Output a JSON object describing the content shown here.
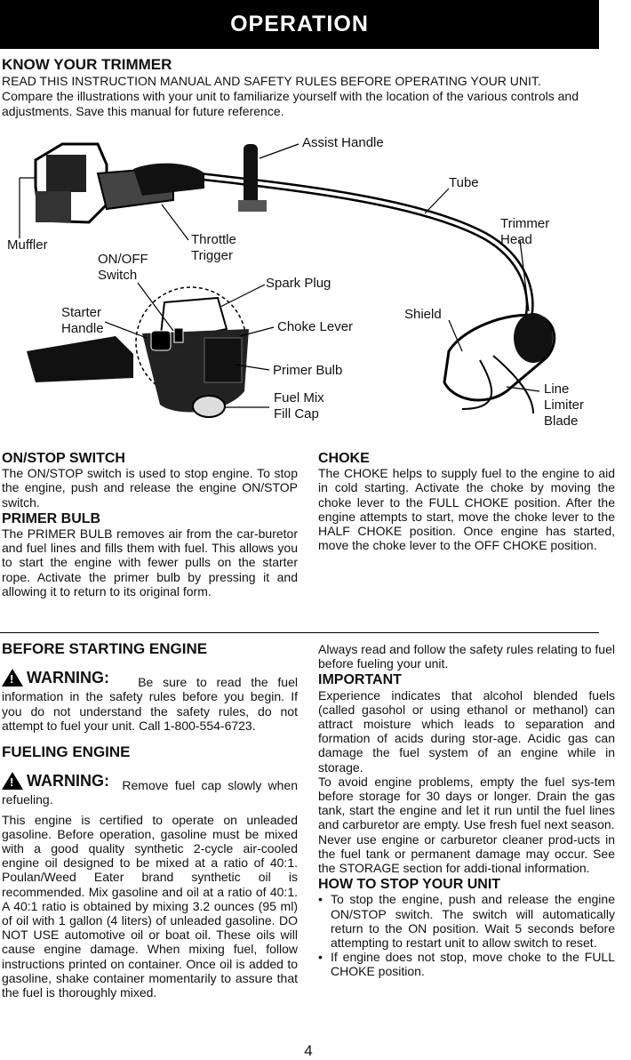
{
  "header": {
    "title": "OPERATION"
  },
  "know": {
    "heading": "KNOW YOUR TRIMMER",
    "line1": "READ THIS INSTRUCTION MANUAL AND SAFETY RULES BEFORE OPERATING YOUR UNIT.",
    "line2": " Compare the illustrations with your unit to familiarize yourself with the location of the various controls and adjustments. Save this manual for future reference."
  },
  "diagram_labels": {
    "assist_handle": "Assist Handle",
    "tube": "Tube",
    "trimmer_head_1": "Trimmer",
    "trimmer_head_2": "Head",
    "muffler": "Muffler",
    "throttle_1": "Throttle",
    "throttle_2": "Trigger",
    "onoff_1": "ON/OFF",
    "onoff_2": "Switch",
    "spark_plug": "Spark Plug",
    "starter_1": "Starter",
    "starter_2": "Handle",
    "shield": "Shield",
    "choke_lever": "Choke Lever",
    "primer_bulb": "Primer Bulb",
    "fuel_1": "Fuel Mix",
    "fuel_2": "Fill Cap",
    "line_1": "Line",
    "line_2": "Limiter",
    "line_3": "Blade"
  },
  "onstop": {
    "heading": "ON/STOP SWITCH",
    "body": "The ON/STOP switch is used to stop engine. To stop the engine, push and release the engine ON/STOP switch."
  },
  "primer": {
    "heading": "PRIMER BULB",
    "body": "The PRIMER BULB removes air from the car-buretor and fuel lines and fills them with fuel. This allows you to start the engine with fewer pulls on the starter rope. Activate the primer bulb by pressing it and allowing it to return to its original form."
  },
  "choke": {
    "heading": "CHOKE",
    "body": "The CHOKE helps to supply fuel to the engine to aid in cold starting. Activate the choke by moving the choke lever to the FULL CHOKE position. After the engine attempts to start, move the choke lever to the HALF CHOKE position. Once engine has started, move the choke lever to the OFF CHOKE position."
  },
  "before": {
    "heading": "BEFORE STARTING ENGINE",
    "warning_label": "WARNING:",
    "warning_text": "Be sure to read the fuel information in the safety rules before you begin. If you do not understand the safety rules, do not attempt to fuel your unit. Call 1-800-554-6723."
  },
  "fueling": {
    "heading": "FUELING ENGINE",
    "warning_label": "WARNING:",
    "warning_text": "Remove fuel cap slowly when refueling.",
    "body": "This engine is certified to operate on unleaded gasoline. Before operation, gasoline must be mixed with a good quality synthetic 2-cycle air-cooled engine oil designed to be mixed at a ratio of 40:1. Poulan/Weed Eater brand synthetic oil is recommended. Mix gasoline and oil at a ratio of 40:1. A 40:1 ratio is obtained by mixing 3.2 ounces (95 ml) of oil with 1 gallon (4 liters) of unleaded gasoline. DO NOT USE automotive oil or boat oil. These oils will cause engine damage. When mixing fuel, follow instructions printed on container. Once oil is added to gasoline, shake container momentarily to assure that the fuel is thoroughly mixed."
  },
  "right": {
    "intro": "Always read and follow the safety rules relating to fuel before fueling your unit.",
    "important_heading": "IMPORTANT",
    "important_p1": "Experience indicates that alcohol blended fuels (called gasohol or using ethanol or methanol) can attract moisture which leads to separation and formation of acids during stor-age. Acidic gas can damage the fuel system of an engine while in storage.",
    "important_p2": "To avoid engine problems, empty the fuel sys-tem before storage for 30 days or longer. Drain the gas tank, start the engine and let it run until the fuel lines and carburetor are empty. Use fresh fuel next season.",
    "important_p3": "Never use engine or carburetor cleaner prod-ucts in the fuel tank or permanent damage may occur. See the STORAGE section for addi-tional information.",
    "stop_heading": "HOW TO STOP YOUR UNIT",
    "stop_items": [
      "To stop the engine, push and release the engine ON/STOP switch. The switch will automatically return to the ON position. Wait 5 seconds before attempting to restart unit to allow switch to reset.",
      "If engine does not stop, move choke to the FULL CHOKE position."
    ]
  },
  "page_number": "4"
}
